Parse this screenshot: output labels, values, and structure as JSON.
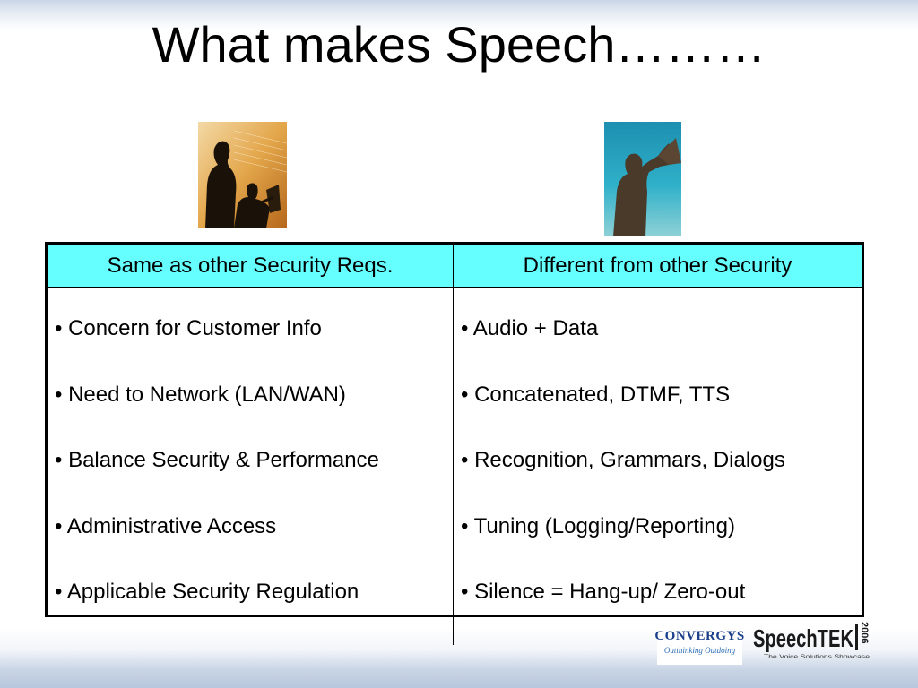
{
  "slide": {
    "title": "What makes Speech………"
  },
  "table": {
    "headers": {
      "left": "Same as other Security Reqs.",
      "right": "Different from other Security"
    },
    "left_items": [
      "• Concern for Customer Info",
      "• Need to Network (LAN/WAN)",
      "• Balance Security & Performance",
      "• Administrative Access",
      "• Applicable Security Regulation"
    ],
    "right_items": [
      "• Audio + Data",
      "• Concatenated, DTMF, TTS",
      "• Recognition, Grammars, Dialogs",
      "• Tuning (Logging/Reporting)",
      "• Silence = Hang-up/ Zero-out"
    ]
  },
  "logos": {
    "convergys": {
      "name": "CONVERGYS",
      "tagline": "Outthinking Outdoing"
    },
    "speechtek": {
      "name": "SpeechTEK",
      "year": "2006",
      "tagline": "The Voice Solutions Showcase"
    }
  },
  "colors": {
    "header_fill": "#66ffff",
    "border": "#000000",
    "photo_tone": "#d98a2a"
  }
}
